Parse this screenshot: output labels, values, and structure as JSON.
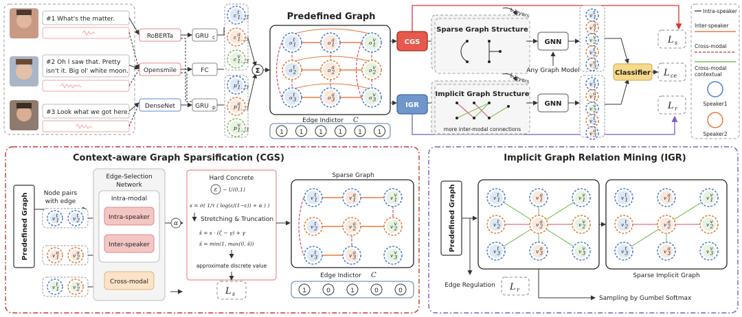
{
  "colors": {
    "intra_speaker": "#555555",
    "inter_speaker": "#e8793a",
    "cross_modal": "#d94b61",
    "cross_modal_contextual": "#7bbf5a",
    "speaker1": "#4a7fd0",
    "speaker2": "#e07b39",
    "cgs": "#e0423a",
    "igr": "#5a86c4",
    "classifier": "#f6d98a"
  },
  "dialogue": {
    "utterances": [
      {
        "text": "#1 What's the matter."
      },
      {
        "text_line1": "#2 Oh I saw that.  Pretty",
        "text_line2": "isn't it. Big ol' white moon."
      },
      {
        "text": "#3 Look what we got here."
      }
    ]
  },
  "encoders": {
    "roberta": "RoBERTa",
    "opensmile": "Opensmile",
    "densenet": "DenseNet",
    "gru_c": "GRU",
    "gru_c_sub": "c",
    "fc": "FC",
    "gru_p": "GRU",
    "gru_p_sub": "p"
  },
  "sum_symbol": "Σ",
  "features": {
    "c": [
      "c",
      "c",
      "c"
    ],
    "p": [
      "p",
      "p",
      "p"
    ],
    "ranges": [
      "1...3",
      "1...3",
      "1...3"
    ]
  },
  "predefined_graph": {
    "title": "Predefined Graph",
    "rows": [
      [
        "o",
        "o",
        "o"
      ],
      [
        "o",
        "o",
        "o"
      ],
      [
        "o",
        "o",
        "o"
      ]
    ],
    "edge_indicator_label": "Edge Indictor",
    "edge_indicator_symbol": "C",
    "edge_indicator_values": [
      "1",
      "1",
      "1",
      "1",
      "1",
      "1"
    ]
  },
  "cgs_label": "CGS",
  "igr_label": "IGR",
  "sparse_structure": "Sparse Graph Structure",
  "implicit_structure": "Implicit Graph Structure",
  "more_inter_modal": "more inter-modal connections",
  "any_graph_model": "Any Graph Model",
  "layers": "L layers",
  "gnn": "GNN",
  "classifier": "Classifier",
  "losses": {
    "l_s": "L",
    "l_s_sub": "s",
    "l_ce": "L",
    "l_ce_sub": "ce",
    "l_r": "L",
    "l_r_sub": "r"
  },
  "legend": {
    "items": [
      {
        "label": "Intra-speaker"
      },
      {
        "label": "Inter-speaker"
      },
      {
        "label": "Cross-modal"
      },
      {
        "label_line1": "Cross-modal",
        "label_line2": "contextual"
      },
      {
        "label": "Speaker1"
      },
      {
        "label": "Speaker2"
      }
    ]
  },
  "cgs_panel": {
    "title": "Context-aware Graph Sparsification (CGS)",
    "predefined_graph_vertical": "Predefined Graph",
    "node_pairs_line1": "Node pairs",
    "node_pairs_line2": "with edge",
    "edge_selection_line1": "Edge-Selection",
    "edge_selection_line2": "Network",
    "intra_modal": "Intra-modal",
    "intra_speaker": "Intra-speaker",
    "inter_speaker": "Inter-speaker",
    "cross_modal": "Cross-modal",
    "alpha": "α",
    "hard_concrete": "Hard Concrete",
    "epsilon_eq": "∼ U(0,1)",
    "s_eq": "s = σ( 1/τ ( log(ε/(1−ε)) + α ) )",
    "stretching": "Stretching & Truncation",
    "s_bar_eq": "s̄ = s · (ζ − γ) + γ",
    "s_hat_eq": "ŝ = min(1, max(0, s̄))",
    "approx": "approximate discrete value",
    "sparse_graph": "Sparse Graph",
    "edge_indicator_label": "Edge Indictor",
    "edge_indicator_symbol": "C",
    "edge_indicator_values": [
      "1",
      "0",
      "1",
      "0",
      "0"
    ]
  },
  "igr_panel": {
    "title": "Implicit Graph Relation Mining (IGR)",
    "predefined_graph_vertical": "Predefined Graph",
    "edge_regulation": "Edge Regulation",
    "sparse_implicit": "Sparse Implicit Graph",
    "sampling": "Sampling by Gumbel Softmax"
  },
  "node_base": "v"
}
